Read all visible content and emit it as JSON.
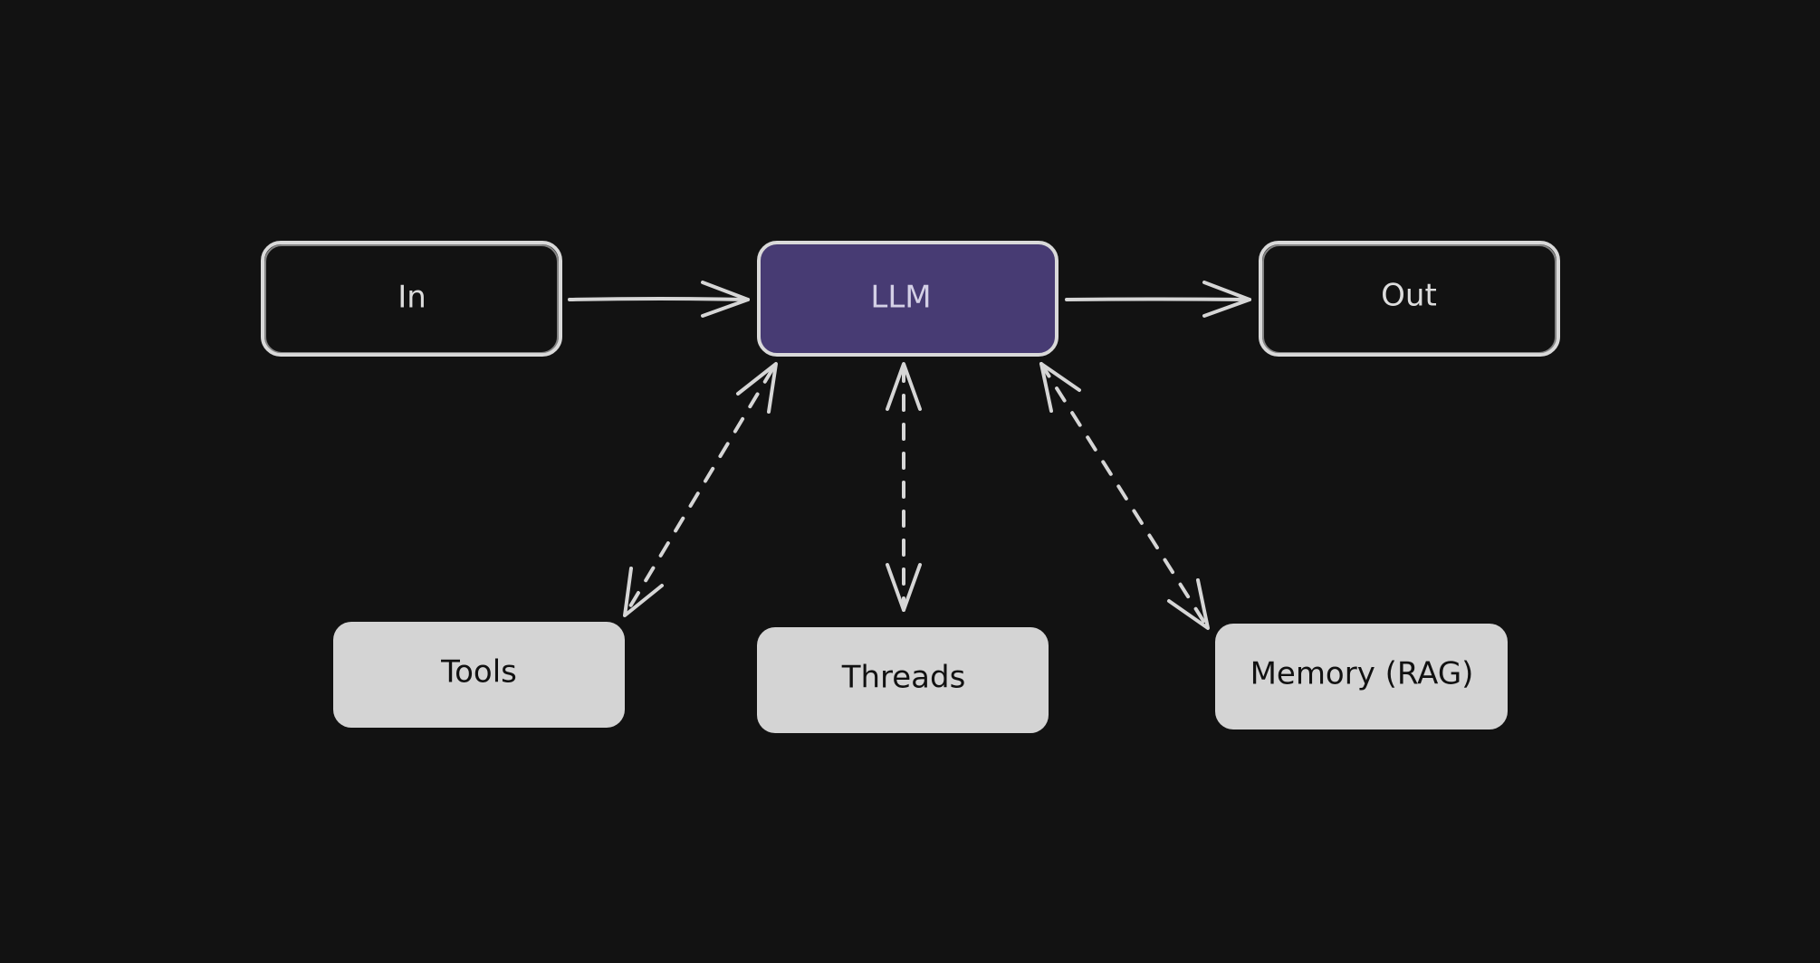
{
  "colors": {
    "background": "#121212",
    "outline": "#d9d9d9",
    "llm_fill": "#473b73",
    "filled_box": "#d4d4d4",
    "dark_text": "#111111",
    "light_text": "#dddddd"
  },
  "nodes": {
    "in": {
      "label": "In"
    },
    "llm": {
      "label": "LLM"
    },
    "out": {
      "label": "Out"
    },
    "tools": {
      "label": "Tools"
    },
    "threads": {
      "label": "Threads"
    },
    "memory": {
      "label": "Memory (RAG)"
    }
  }
}
